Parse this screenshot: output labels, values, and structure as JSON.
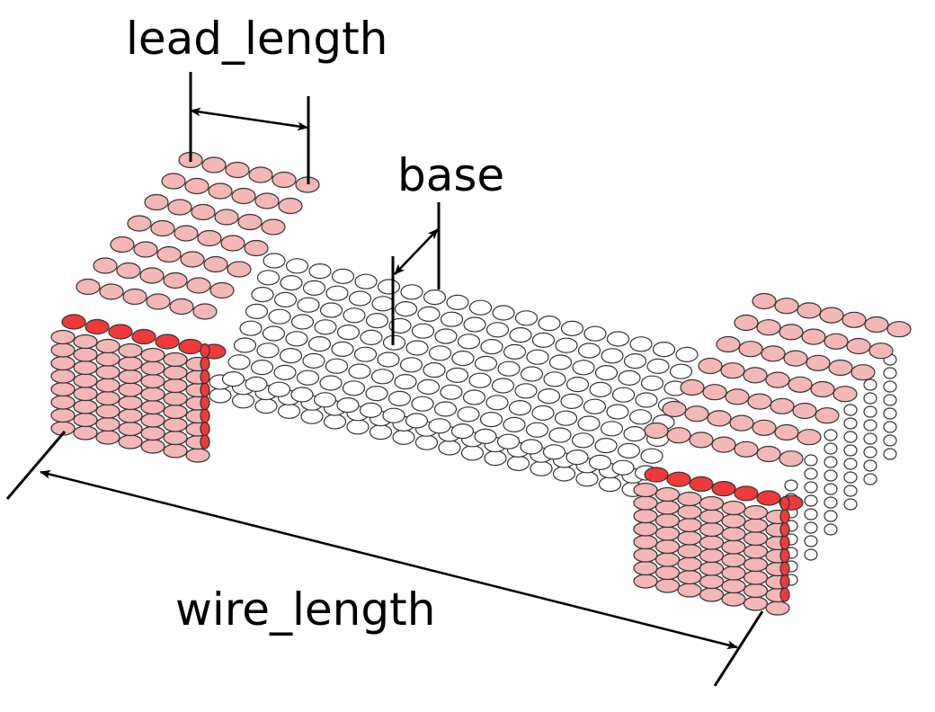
{
  "labels": {
    "lead_length": "lead_length",
    "base": "base",
    "wire_length": "wire_length"
  },
  "colors": {
    "lead_top": "#f4b6b6",
    "lead_accent": "#f03a3a",
    "wire_atom": "#ffffff",
    "atom_outline": "#333333",
    "annotation": "#000000"
  }
}
